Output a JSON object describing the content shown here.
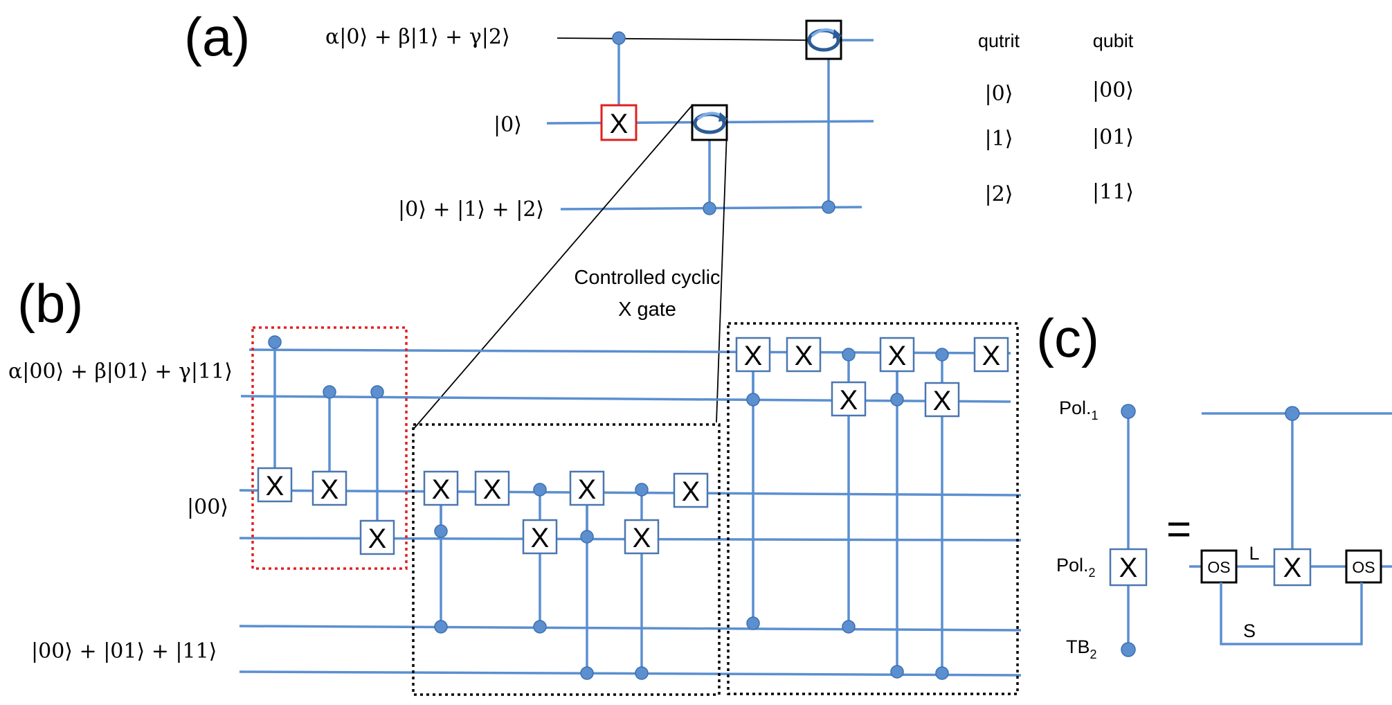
{
  "panel_a": {
    "label": "(a)",
    "inputs": [
      "α|0⟩ + β|1⟩ + γ|2⟩",
      "|0⟩",
      "|0⟩ + |1⟩ + |2⟩"
    ],
    "gate_label": "X",
    "table": {
      "headers": [
        "qutrit",
        "qubit"
      ],
      "rows": [
        [
          "|0⟩",
          "|00⟩"
        ],
        [
          "|1⟩",
          "|01⟩"
        ],
        [
          "|2⟩",
          "|11⟩"
        ]
      ]
    }
  },
  "panel_b": {
    "label": "(b)",
    "inputs": [
      "α|00⟩ + β|01⟩ + γ|11⟩",
      "|00⟩",
      "|00⟩ + |01⟩ + |11⟩"
    ],
    "caption_line1": "Controlled cyclic",
    "caption_line2": "X gate",
    "gate_label": "X"
  },
  "panel_c": {
    "label": "(c)",
    "pol1": "Pol.",
    "pol1_sub": "1",
    "pol2": "Pol.",
    "pol2_sub": "2",
    "tb2": "TB",
    "tb2_sub": "2",
    "equals": "=",
    "os_label": "OS",
    "l_label": "L",
    "s_label": "S",
    "gate_label": "X"
  },
  "colors": {
    "wire": "#5b8fd0",
    "red_box": "#e02020",
    "dotted_box": "#000000"
  }
}
